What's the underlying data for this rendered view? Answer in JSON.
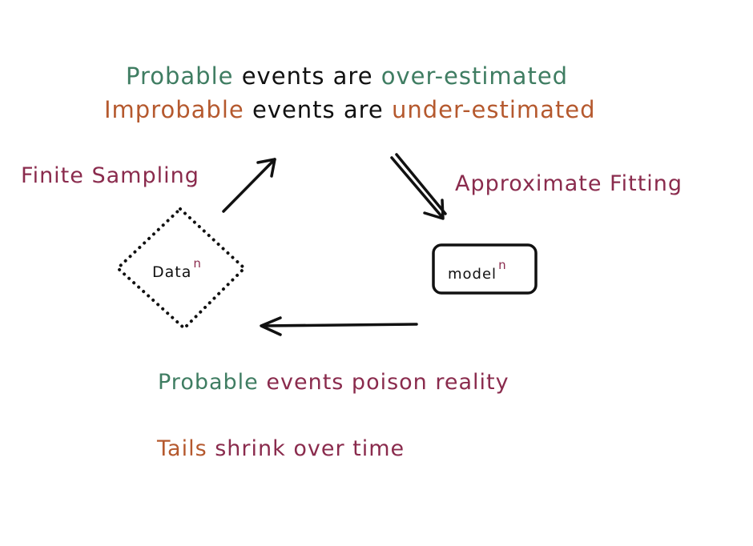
{
  "headline": {
    "line1": {
      "a": "Probable",
      "b": "events are",
      "c": "over-estimated"
    },
    "line2": {
      "a": "Improbable",
      "b": "events are",
      "c": "under-estimated"
    }
  },
  "labels": {
    "finite_sampling": "Finite Sampling",
    "approximate_fitting": "Approximate Fitting"
  },
  "nodes": {
    "data": {
      "label": "Data",
      "sup": "n"
    },
    "model": {
      "label": "model",
      "sup": "n"
    }
  },
  "footer": {
    "line1": {
      "a": "Probable",
      "b": "events poison reality"
    },
    "line2": {
      "a": "Tails",
      "b": "shrink over time"
    }
  },
  "colors": {
    "green": "#3f7d62",
    "orange": "#b5592e",
    "maroon": "#8a2b4d",
    "ink": "#111111"
  }
}
